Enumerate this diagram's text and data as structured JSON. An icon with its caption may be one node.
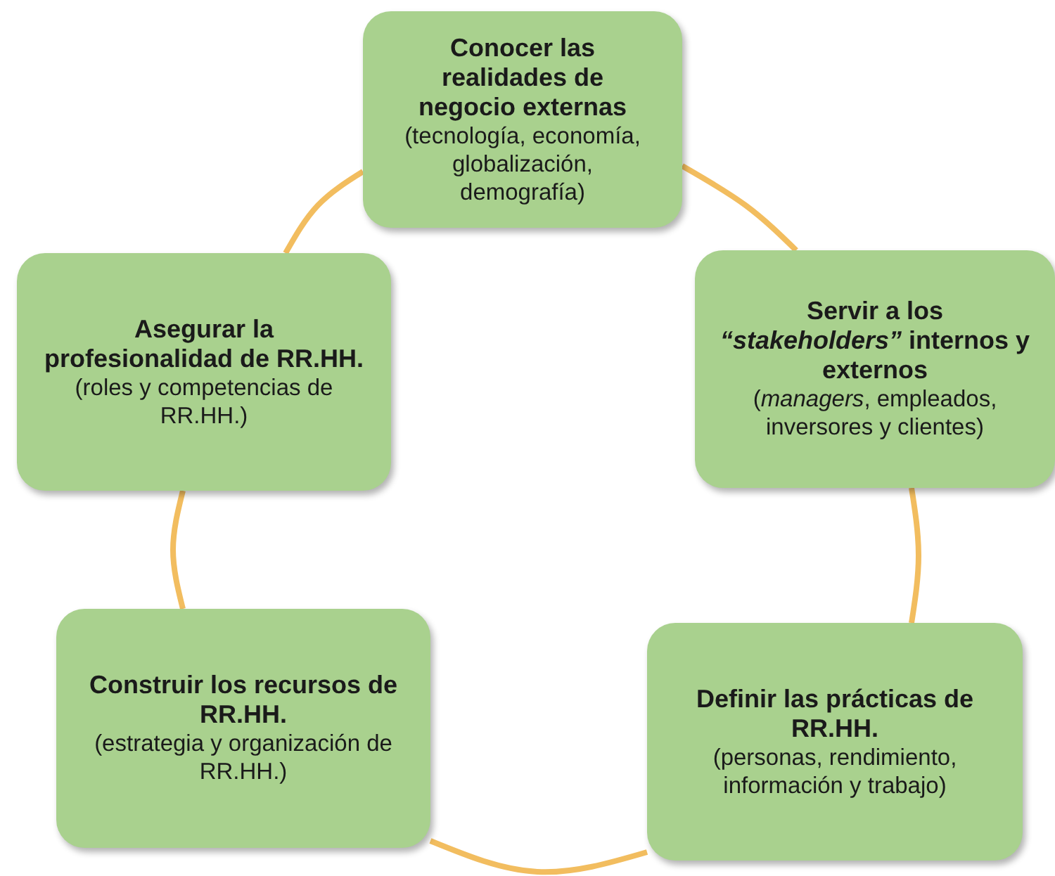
{
  "diagram": {
    "nodes": [
      {
        "text": [
          "Conocer las realidades de negocio externas",
          "(tecnología, economía, globalización, demografía)"
        ]
      },
      {
        "text": [
          "Servir a los *“stakeholders”* internos y externos",
          "(*managers*, empleados, inversores y clientes)"
        ]
      },
      {
        "text": [
          "Definir las prácticas de RR.HH.",
          "(personas, rendimiento, información y trabajo)"
        ]
      },
      {
        "text": [
          "Construir los recursos de RR.HH.",
          "(estrategia y organización de RR.HH.)"
        ]
      },
      {
        "text": [
          "Asegurar la profesionalidad de RR.HH.",
          "(roles y competencias de RR.HH.)"
        ]
      }
    ],
    "edges": [
      {
        "from": 0,
        "to": 1,
        "arrow": "none"
      },
      {
        "from": 1,
        "to": 2,
        "arrow": "none"
      },
      {
        "from": 2,
        "to": 3,
        "arrow": "none"
      },
      {
        "from": 3,
        "to": 4,
        "arrow": "none"
      },
      {
        "from": 4,
        "to": 0,
        "arrow": "none"
      }
    ]
  }
}
